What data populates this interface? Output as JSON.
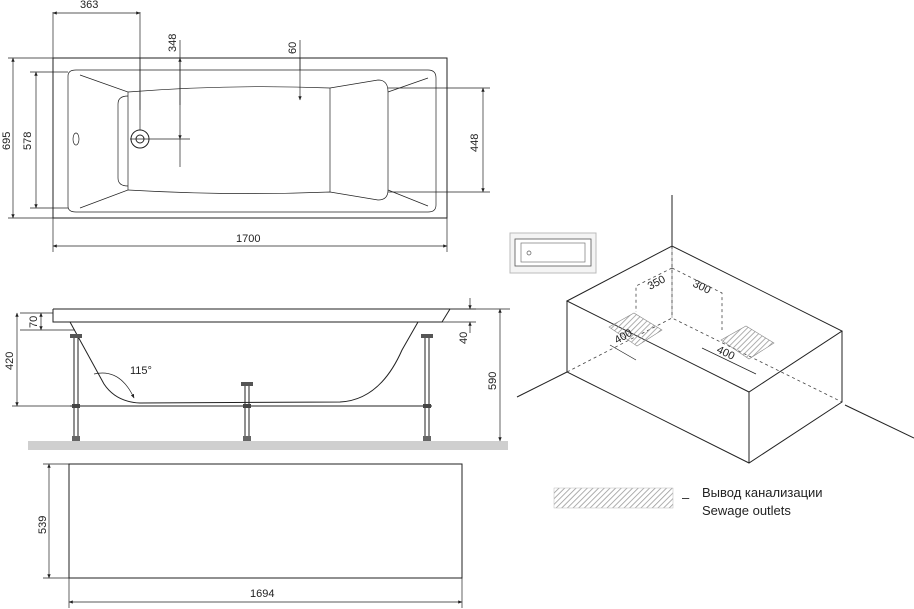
{
  "top_view": {
    "dims": {
      "d363": "363",
      "d348": "348",
      "d60": "60",
      "d695": "695",
      "d578": "578",
      "d448": "448",
      "d1700": "1700"
    }
  },
  "side_view": {
    "dims": {
      "d70": "70",
      "d420": "420",
      "d40": "40",
      "d590": "590",
      "angle": "115°"
    }
  },
  "panel_view": {
    "dims": {
      "d539": "539",
      "d1694": "1694"
    }
  },
  "iso_view": {
    "dims": {
      "d350": "350",
      "d300": "300",
      "d400a": "400",
      "d400b": "400"
    }
  },
  "legend": {
    "dash": "–",
    "label_ru": "Вывод канализации",
    "label_en": "Sewage outlets"
  },
  "colors": {
    "line": "#222222",
    "floor": "#cfcfcf",
    "hatch": "#9a9a9a"
  }
}
